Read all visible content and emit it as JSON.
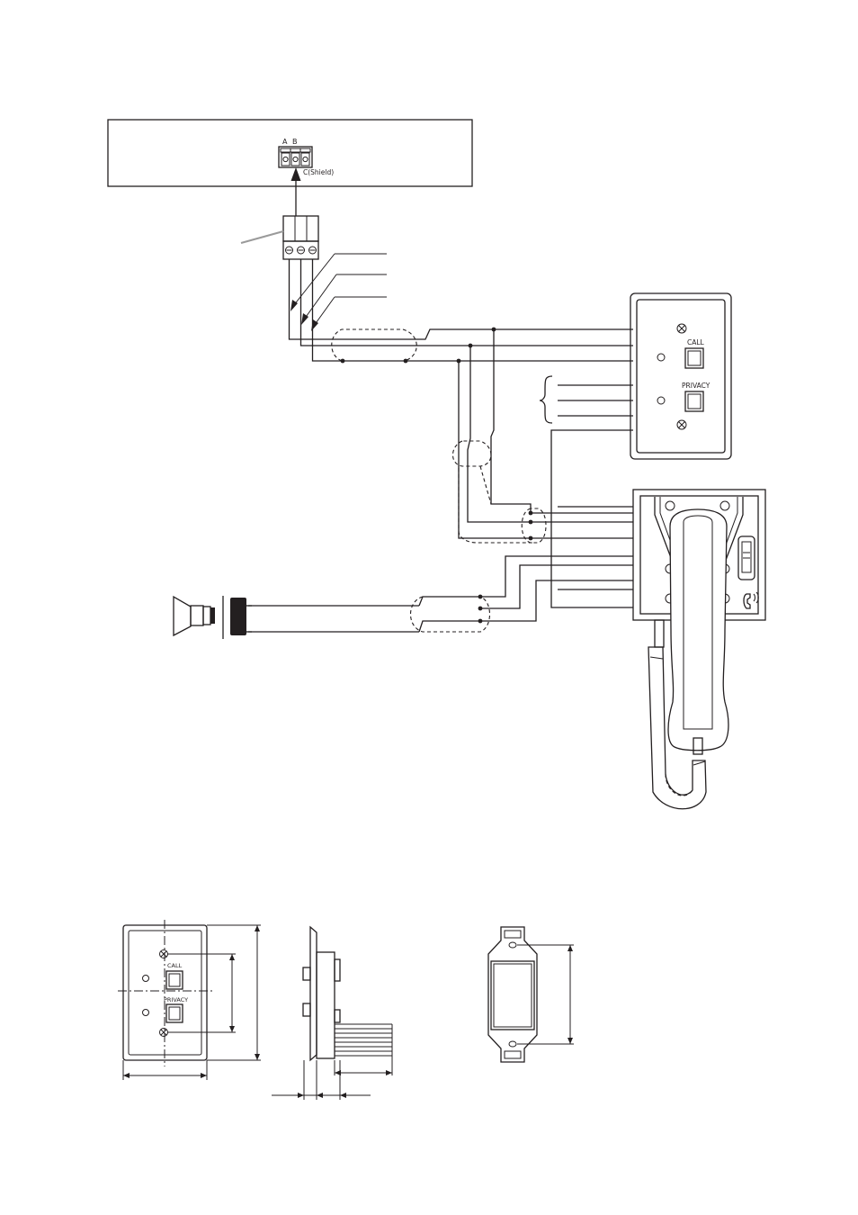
{
  "amplifier": {
    "terminal_labels": [
      "A",
      "B"
    ],
    "shield_label": "C(Shield)"
  },
  "control_panel": {
    "call_label": "CALL",
    "privacy_label": "PRIVACY"
  },
  "dimension_front": {
    "call_label": "CALL",
    "privacy_label": "PRIVACY"
  },
  "colors": {
    "line": "#231f20",
    "background": "#ffffff"
  }
}
